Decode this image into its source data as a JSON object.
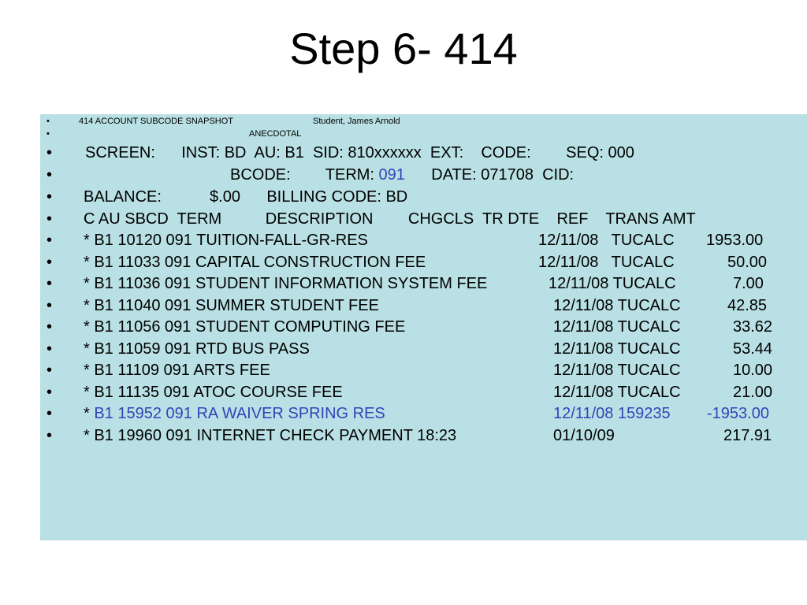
{
  "slide": {
    "title": "Step 6- 414"
  },
  "bullet_char": "•",
  "header": {
    "snapshot_label": "414 ACCOUNT SUBCODE SNAPSHOT",
    "student_label": "Student, James Arnold",
    "anecdotal_label": "ANECDOTAL"
  },
  "screen_line": "SCREEN:      INST: BD  AU: B1  SID: 810xxxxxx  EXT:    CODE:        SEQ: 000",
  "bcode_line": {
    "prefix": "BCODE:        TERM: ",
    "term": "091",
    "suffix": "      DATE: 071708  CID:"
  },
  "balance_line": "BALANCE:           $.00      BILLING CODE: BD",
  "table": {
    "header": "C AU SBCD  TERM          DESCRIPTION        CHGCLS  TR DTE    REF    TRANS AMT",
    "rows": [
      {
        "desc": "* B1 10120 091 TUITION-FALL-GR-RES",
        "date_ref": "12/11/08   TUCALC",
        "amount": "1953.00"
      },
      {
        "desc": "* B1 11033 091 CAPITAL CONSTRUCTION FEE",
        "date_ref": "12/11/08   TUCALC",
        "amount": "50.00"
      },
      {
        "desc": "* B1 11036 091 STUDENT INFORMATION SYSTEM FEE",
        "date_ref": "12/11/08 TUCALC",
        "amount": "7.00"
      },
      {
        "desc": "* B1 11040 091 SUMMER STUDENT FEE",
        "date_ref": "12/11/08 TUCALC",
        "amount": "42.85"
      },
      {
        "desc": "* B1 11056 091 STUDENT COMPUTING FEE",
        "date_ref": "12/11/08 TUCALC",
        "amount": "33.62"
      },
      {
        "desc": "* B1 11059 091 RTD BUS PASS",
        "date_ref": "12/11/08 TUCALC",
        "amount": "53.44"
      },
      {
        "desc": "* B1 11109 091 ARTS FEE",
        "date_ref": "12/11/08 TUCALC",
        "amount": "10.00"
      },
      {
        "desc": "* B1 11135 091 ATOC COURSE FEE",
        "date_ref": "12/11/08 TUCALC",
        "amount": "21.00"
      }
    ],
    "waiver_row": {
      "star": "* ",
      "desc": "B1 15952 091 RA WAIVER SPRING RES",
      "date_ref": "12/11/08 159235",
      "amount": "-1953.00"
    },
    "payment_row": {
      "desc": "* B1 19960 091 INTERNET CHECK PAYMENT 18:23",
      "date": "01/10/09",
      "amount": "217.91"
    }
  },
  "colors": {
    "panel_background": "#b9e0e4",
    "highlight_text": "#3344b8"
  }
}
